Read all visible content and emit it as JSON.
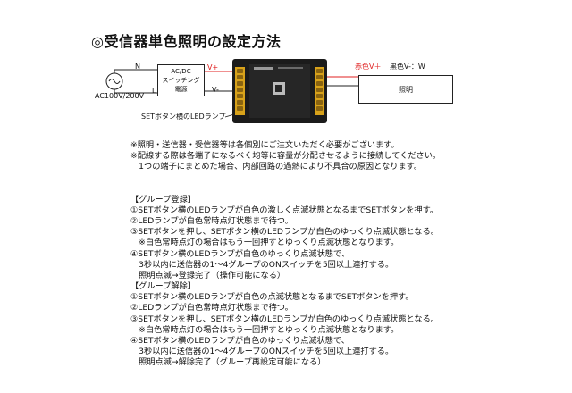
{
  "title": "◎受信器単色照明の設定方法",
  "diagram": {
    "n_label": "N",
    "l_label": "L",
    "ac_label": "AC100V/200V",
    "psu_line1": "AC/DC",
    "psu_line2": "スイッチング",
    "psu_line3": "電源",
    "vplus": "V+",
    "vminus": "V-",
    "red_label": "赤色V＋",
    "black_label": "黒色V-：W",
    "lamp_label": "照明",
    "led_label": "SETボタン横のLEDランプ"
  },
  "notes": [
    "※照明・送信器・受信器等は各個別にご注文いただく必要がございます。",
    "※配線する際は各端子になるべく均等に容量が分配させるように接続してください。",
    "　1つの端子にまとめた場合、内部回路の過熱により不具合の原因となります。"
  ],
  "register": {
    "heading": "【グループ登録】",
    "lines": [
      "①SETボタン横のLEDランプが白色の激しく点滅状態となるまでSETボタンを押す。",
      "②LEDランプが白色常時点灯状態まで待つ。",
      "③SETボタンを押し、SETボタン横のLEDランプが白色のゆっくり点滅状態となる。",
      "　※白色常時点灯の場合はもう一回押すとゆっくり点滅状態となります。",
      "④SETボタン横のLEDランプが白色のゆっくり点滅状態で、",
      "　3秒以内に送信器の1～4グループのONスイッチを5回以上連打する。",
      "　照明点滅→登録完了（操作可能になる）"
    ]
  },
  "release": {
    "heading": "【グループ解除】",
    "lines": [
      "①SETボタン横のLEDランプが白色の点滅状態となるまでSETボタンを押す。",
      "②LEDランプが白色常時点灯状態まで待つ。",
      "③SETボタンを押し、SETボタン横のLEDランプが白色のゆっくり点滅状態となる。",
      "　※白色常時点灯の場合はもう一回押すとゆっくり点滅状態となります。",
      "④SETボタン横のLEDランプが白色のゆっくり点滅状態で、",
      "　3秒以内に送信器の1～4グループのONスイッチを5回以上連打する。",
      "　照明点滅→解除完了（グループ再設定可能になる）"
    ]
  },
  "colors": {
    "accent_red": "#e02020",
    "terminal": "#d8a21a"
  }
}
